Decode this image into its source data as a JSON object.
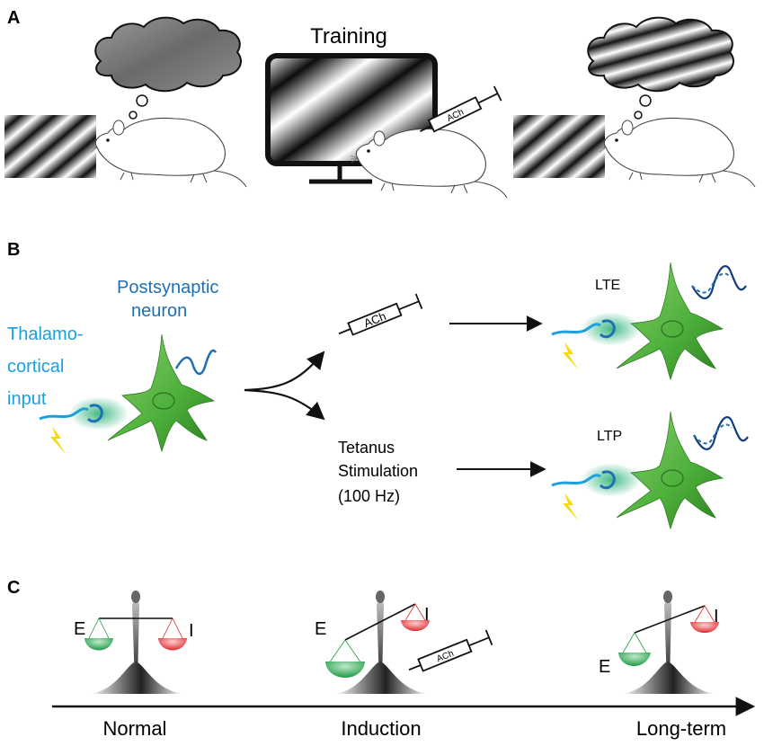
{
  "panels": {
    "a": {
      "letter": "A",
      "training_title": "Training",
      "syringe_label": "ACh"
    },
    "b": {
      "letter": "B",
      "input_label_lines": [
        "Thalamo-",
        "cortical",
        "input"
      ],
      "neuron_label_lines": [
        "Postsynaptic",
        "neuron"
      ],
      "syringe_label": "ACh",
      "lte_label": "LTE",
      "ltp_label": "LTP",
      "tetanus_lines": [
        "Tetanus",
        "Stimulation",
        "(100 Hz)"
      ]
    },
    "c": {
      "letter": "C",
      "e_label": "E",
      "i_label": "I",
      "syringe_label": "ACh",
      "timeline": [
        "Normal",
        "Induction",
        "Long-term"
      ]
    }
  },
  "colors": {
    "thalamic_blue": "#1aa0dc",
    "neuron_blue": "#1f6fb5",
    "neuron_green": "#4caf3a",
    "excitatory_green": "#1e9a45",
    "inhibitory_red": "#e0262b",
    "bolt_yellow": "#f5d90a",
    "trace_navy": "#123c7a"
  }
}
